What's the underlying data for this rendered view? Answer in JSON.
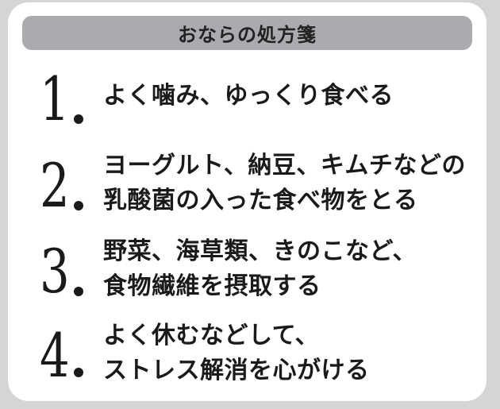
{
  "header": {
    "title": "おならの処方箋"
  },
  "items": [
    {
      "number": "1",
      "lines": [
        "よく噛み、ゆっくり食べる"
      ]
    },
    {
      "number": "2",
      "lines": [
        "ヨーグルト、納豆、キムチなどの",
        "乳酸菌の入った食べ物をとる"
      ]
    },
    {
      "number": "3",
      "lines": [
        "野菜、海草類、きのこなど、",
        "食物繊維を摂取する"
      ]
    },
    {
      "number": "4",
      "lines": [
        "よく休むなどして、",
        "ストレス解消を心がける"
      ]
    }
  ],
  "colors": {
    "background": "#d4d5d6",
    "card": "#ffffff",
    "header_bar": "#a9abae",
    "text": "#1a1a1a"
  }
}
